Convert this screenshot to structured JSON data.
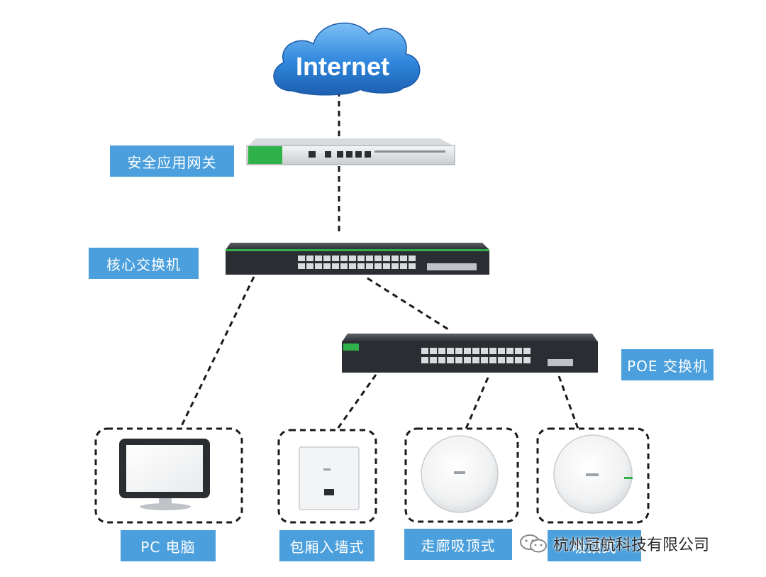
{
  "cloud": {
    "label": "Internet"
  },
  "labels": {
    "gateway": "安全应用网关",
    "core_switch": "核心交换机",
    "poe_switch": "POE 交换机",
    "pc": "PC 电脑",
    "wall_ap": "包厢入墙式",
    "corridor_ap": "走廊吸顶式",
    "ceiling_ap": "吸顶式"
  },
  "watermark": {
    "text": "杭州冠航科技有限公司",
    "icon": "wechat-icon"
  },
  "colors": {
    "label_bg": "#4a9fdc",
    "cloud": "#3b8fe0",
    "device_dark": "#2a2d31",
    "device_green": "#2fb24a",
    "connector_line": "#1a1a1a"
  }
}
